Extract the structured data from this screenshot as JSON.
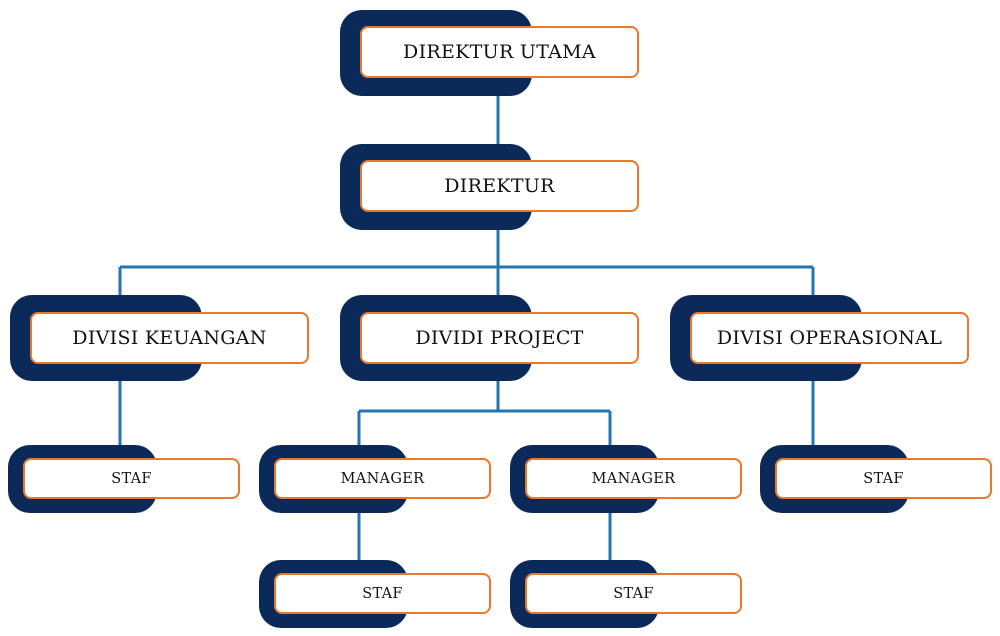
{
  "chart_data": {
    "type": "org-chart",
    "nodes": {
      "direktur_utama": "DIREKTUR UTAMA",
      "direktur": "DIREKTUR",
      "divisi_keuangan": "DIVISI KEUANGAN",
      "dividi_project": "DIVIDI PROJECT",
      "divisi_operasional": "DIVISI OPERASIONAL",
      "staf_keuangan": "STAF",
      "manager_1": "MANAGER",
      "manager_2": "MANAGER",
      "staf_operasional": "STAF",
      "staf_manager_1": "STAF",
      "staf_manager_2": "STAF"
    },
    "edges": [
      [
        "direktur_utama",
        "direktur"
      ],
      [
        "direktur",
        "divisi_keuangan"
      ],
      [
        "direktur",
        "dividi_project"
      ],
      [
        "direktur",
        "divisi_operasional"
      ],
      [
        "divisi_keuangan",
        "staf_keuangan"
      ],
      [
        "dividi_project",
        "manager_1"
      ],
      [
        "dividi_project",
        "manager_2"
      ],
      [
        "divisi_operasional",
        "staf_operasional"
      ],
      [
        "manager_1",
        "staf_manager_1"
      ],
      [
        "manager_2",
        "staf_manager_2"
      ]
    ]
  },
  "colors": {
    "shadow_box": "#0b2a5a",
    "label_border": "#e8792b",
    "connector": "#2476b0"
  }
}
